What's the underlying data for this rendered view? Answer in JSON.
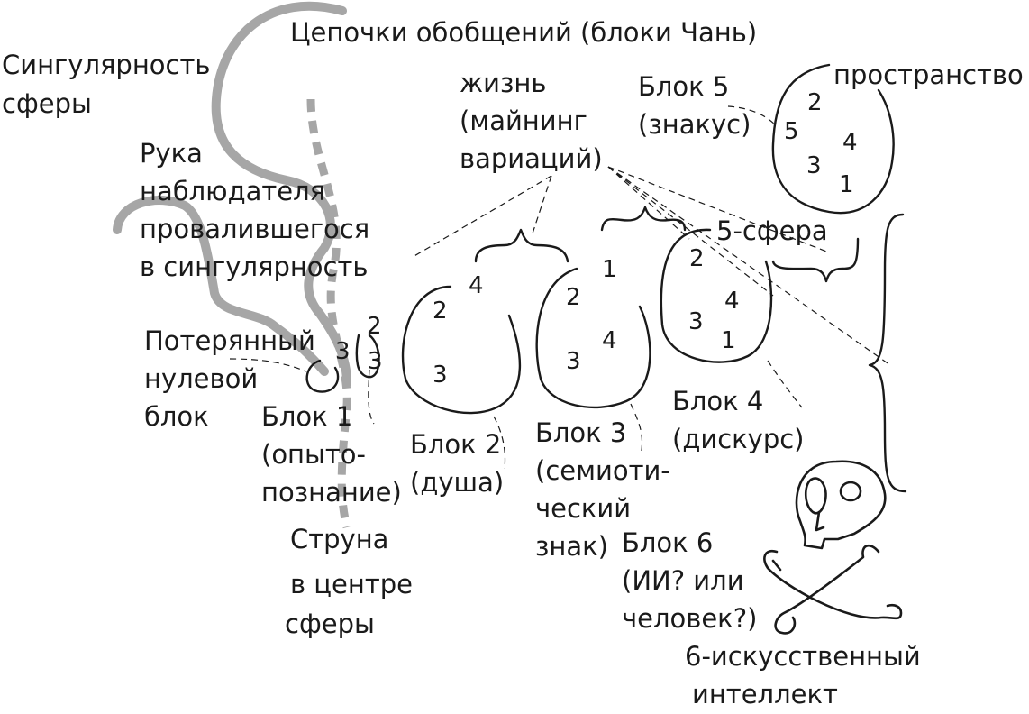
{
  "title": "Цепочки обобщений (блоки Чань)",
  "labels": {
    "singularity": [
      "Сингулярность",
      "сферы"
    ],
    "observer_hand": [
      "Рука",
      "наблюдателя",
      "провалившегося",
      "в сингулярность"
    ],
    "lost_zero_block": [
      "Потерянный",
      "нулевой",
      "блок"
    ],
    "life": [
      "жизнь",
      "(майнинг",
      "вариаций)"
    ],
    "block5": [
      "Блок 5",
      "(знакус)"
    ],
    "space": [
      "пространство"
    ],
    "sphere5": [
      "5-сфера"
    ],
    "block1": [
      "Блок 1",
      "(опыто-",
      "познание)"
    ],
    "block2": [
      "Блок 2",
      "(душа)"
    ],
    "block3": [
      "Блок 3",
      "(семиоти-",
      "ческий",
      "знак)"
    ],
    "block4": [
      "Блок 4",
      "(дискурс)"
    ],
    "block6": [
      "Блок 6",
      "(ИИ? или",
      "человек?)"
    ],
    "string": [
      "Струна",
      "в центре",
      "сферы"
    ],
    "ai6": [
      "6-искусственный",
      "интеллект"
    ]
  },
  "numbers": {
    "block1": [
      "2",
      "3",
      "3"
    ],
    "block2": [
      "4",
      "2",
      "3"
    ],
    "block3": [
      "1",
      "2",
      "4",
      "3"
    ],
    "block4": [
      "2",
      "4",
      "3",
      "1"
    ],
    "block5": [
      "2",
      "5",
      "4",
      "3",
      "1"
    ]
  },
  "colors": {
    "ink": "#1a1a1a",
    "gray": "#a6a6a6"
  },
  "icons": {
    "death": "skull-crossbones-icon"
  }
}
